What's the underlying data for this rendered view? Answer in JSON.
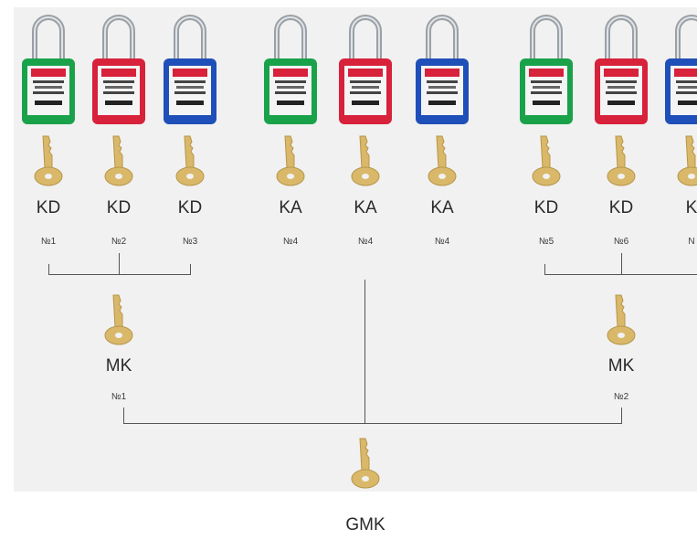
{
  "colors": {
    "green": "#19a24a",
    "red": "#d8213a",
    "blue": "#1f4fb8",
    "key": "#d9b86a",
    "shackle": "#9aa0a6"
  },
  "padlocks": [
    {
      "color": "green",
      "key_type": "KD",
      "number": "№1"
    },
    {
      "color": "red",
      "key_type": "KD",
      "number": "№2"
    },
    {
      "color": "blue",
      "key_type": "KD",
      "number": "№3"
    },
    {
      "color": "green",
      "key_type": "KA",
      "number": "№4"
    },
    {
      "color": "red",
      "key_type": "KA",
      "number": "№4"
    },
    {
      "color": "blue",
      "key_type": "KA",
      "number": "№4"
    },
    {
      "color": "green",
      "key_type": "KD",
      "number": "№5"
    },
    {
      "color": "red",
      "key_type": "KD",
      "number": "№6"
    },
    {
      "color": "blue",
      "key_type": "K",
      "number": "N"
    }
  ],
  "master_keys": [
    {
      "label": "MK",
      "number": "№1"
    },
    {
      "label": "MK",
      "number": "№2"
    }
  ],
  "grand_master": {
    "label": "GMK"
  }
}
